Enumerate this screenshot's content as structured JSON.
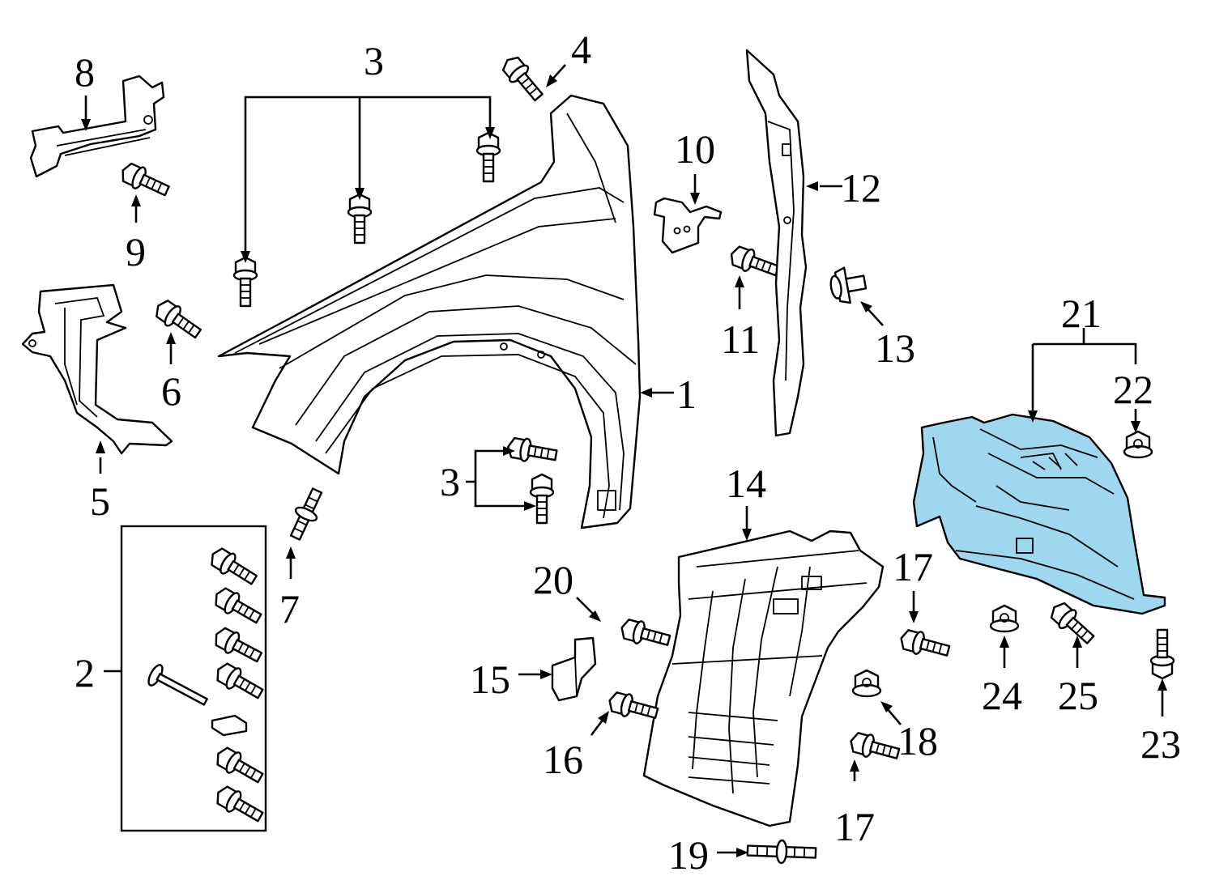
{
  "colors": {
    "highlight": "#9fd7ef",
    "line": "#000000",
    "background": "#ffffff"
  },
  "callouts": {
    "c1": "1",
    "c2": "2",
    "c3a": "3",
    "c3b": "3",
    "c4": "4",
    "c5": "5",
    "c6": "6",
    "c7": "7",
    "c8": "8",
    "c9": "9",
    "c10": "10",
    "c11": "11",
    "c12": "12",
    "c13": "13",
    "c14": "14",
    "c15": "15",
    "c16": "16",
    "c17a": "17",
    "c17b": "17",
    "c18": "18",
    "c19": "19",
    "c20": "20",
    "c21": "21",
    "c22": "22",
    "c23": "23",
    "c24": "24",
    "c25": "25"
  }
}
